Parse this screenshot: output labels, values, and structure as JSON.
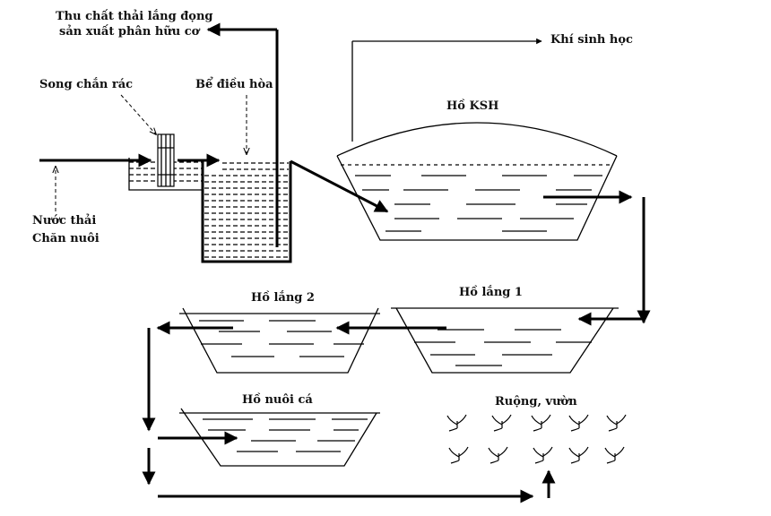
{
  "labels": {
    "sludge_line1": "Thu chất thải lắng đọng",
    "sludge_line2": "sản xuất phân hữu cơ",
    "biogas": "Khí sinh học",
    "screen": "Song chắn rác",
    "equalization_tank": "Bể điều hòa",
    "ksh_pond": "Hồ KSH",
    "wastewater_line1": "Nước thải",
    "wastewater_line2": "Chăn nuôi",
    "settling_pond_2": "Hồ lắng 2",
    "settling_pond_1": "Hồ lắng 1",
    "fish_pond": "Hồ nuôi cá",
    "fields": "Ruộng, vườn"
  },
  "colors": {
    "ink": "#000000",
    "background": "#ffffff"
  }
}
